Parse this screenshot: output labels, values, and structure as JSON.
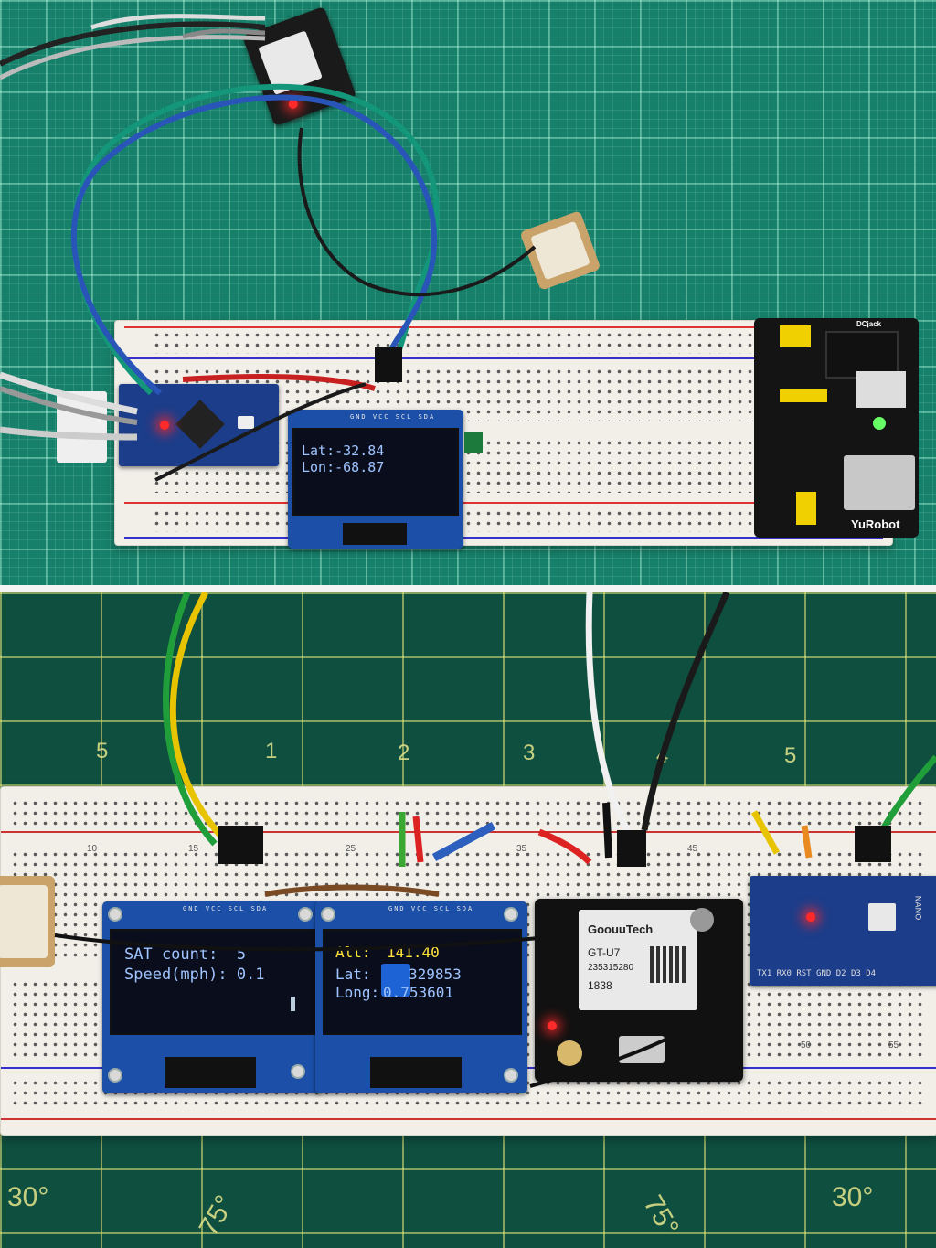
{
  "top_panel": {
    "oled": {
      "pin_labels": "GND VCC SCL SDA",
      "line1": "Lat:-32.84",
      "line2": "Lon:-68.87"
    },
    "power_module": {
      "label": "YuRobot",
      "sublabel": "DCjack"
    }
  },
  "bottom_panel": {
    "oled_left": {
      "pin_labels": "GND VCC SCL SDA",
      "line1": "SAT count:  5",
      "line2": "Speed(mph): 0.1"
    },
    "oled_right": {
      "pin_labels": "GND VCC SCL SDA",
      "alt_label": "Alt:",
      "alt_value": "141.40",
      "lat_label": "Lat:",
      "lat_value": "329853",
      "long_label": "Long:",
      "long_value": "0.753601"
    },
    "gps_module": {
      "brand": "GoouuTech",
      "model": "GT-U7",
      "serial": "235315280",
      "code": "1838"
    },
    "arduino": {
      "label": "NANO",
      "pins": "TX1 RX0 RST GND D2 D3 D4"
    },
    "breadboard_numbers": [
      "10",
      "15",
      "25",
      "35",
      "45",
      "50",
      "55"
    ],
    "mat_numbers": [
      "5",
      "1",
      "2",
      "3",
      "4",
      "5",
      "30°",
      "75°",
      "75°",
      "30°"
    ]
  }
}
